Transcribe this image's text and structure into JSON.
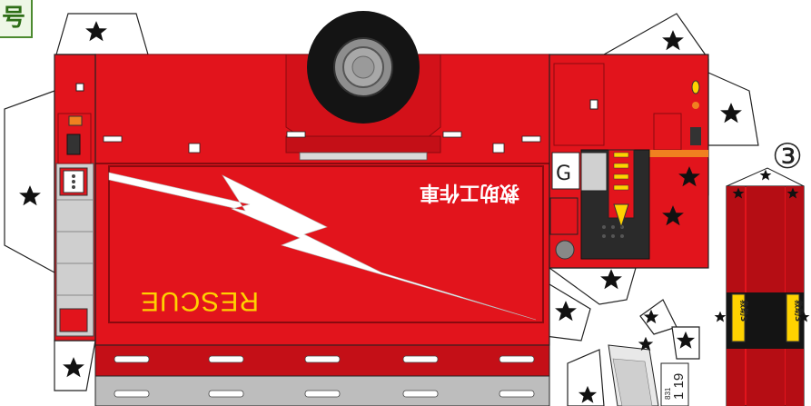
{
  "badge": {
    "text": "号"
  },
  "truck": {
    "side_text": "救助工作車",
    "rescue_text": "RESCUE",
    "plate_number": "1 19",
    "plate_small": "831",
    "yellow_label_left": "救助3",
    "yellow_label_right": "救助3"
  },
  "part_number": "③",
  "colors": {
    "body_red": "#e2141c",
    "dark_red": "#b50d14",
    "gray": "#d0d0d0",
    "yellow": "#ffd200"
  },
  "icons": [
    "star-icon",
    "wheel-icon",
    "lightning-bolt-icon",
    "circled-number-icon"
  ]
}
